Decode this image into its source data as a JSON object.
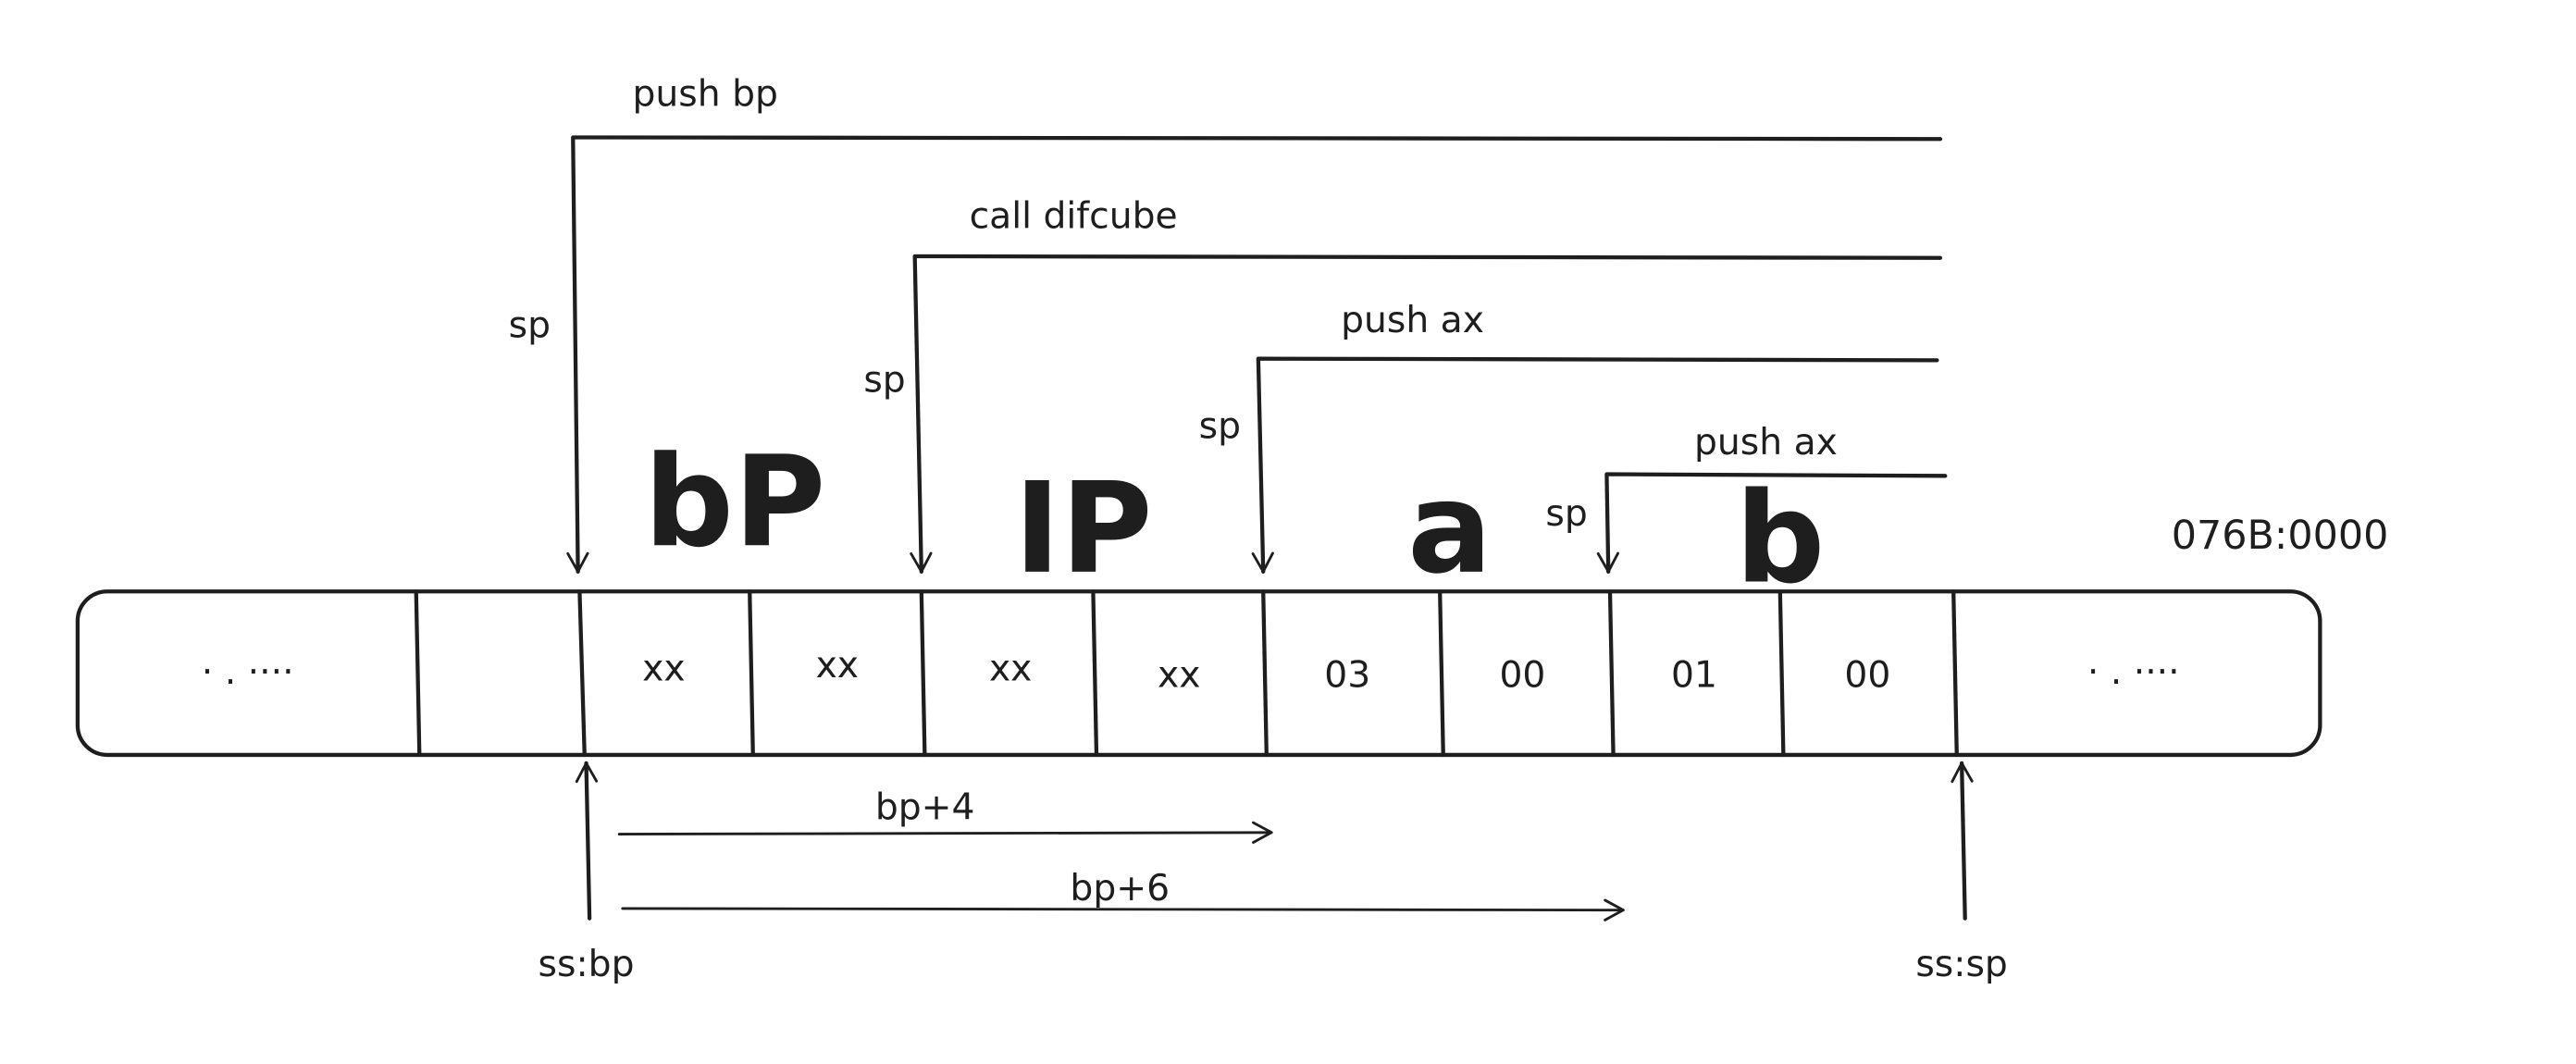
{
  "segment_address": "076B:0000",
  "cells": [
    "· . ····",
    "",
    "xx",
    "xx",
    "xx",
    "xx",
    "03",
    "00",
    "01",
    "00",
    "· . ····"
  ],
  "big_labels": [
    "bP",
    "IP",
    "a",
    "b"
  ],
  "instructions": [
    {
      "label": "push bp",
      "pointer": "sp"
    },
    {
      "label": "call difcube",
      "pointer": "sp"
    },
    {
      "label": "push ax",
      "pointer": "sp"
    },
    {
      "label": "push ax",
      "pointer": "sp"
    }
  ],
  "offsets": [
    {
      "label": "bp+4"
    },
    {
      "label": "bp+6"
    }
  ],
  "bottom_pointers": {
    "base": "ss:bp",
    "stack": "ss:sp"
  }
}
